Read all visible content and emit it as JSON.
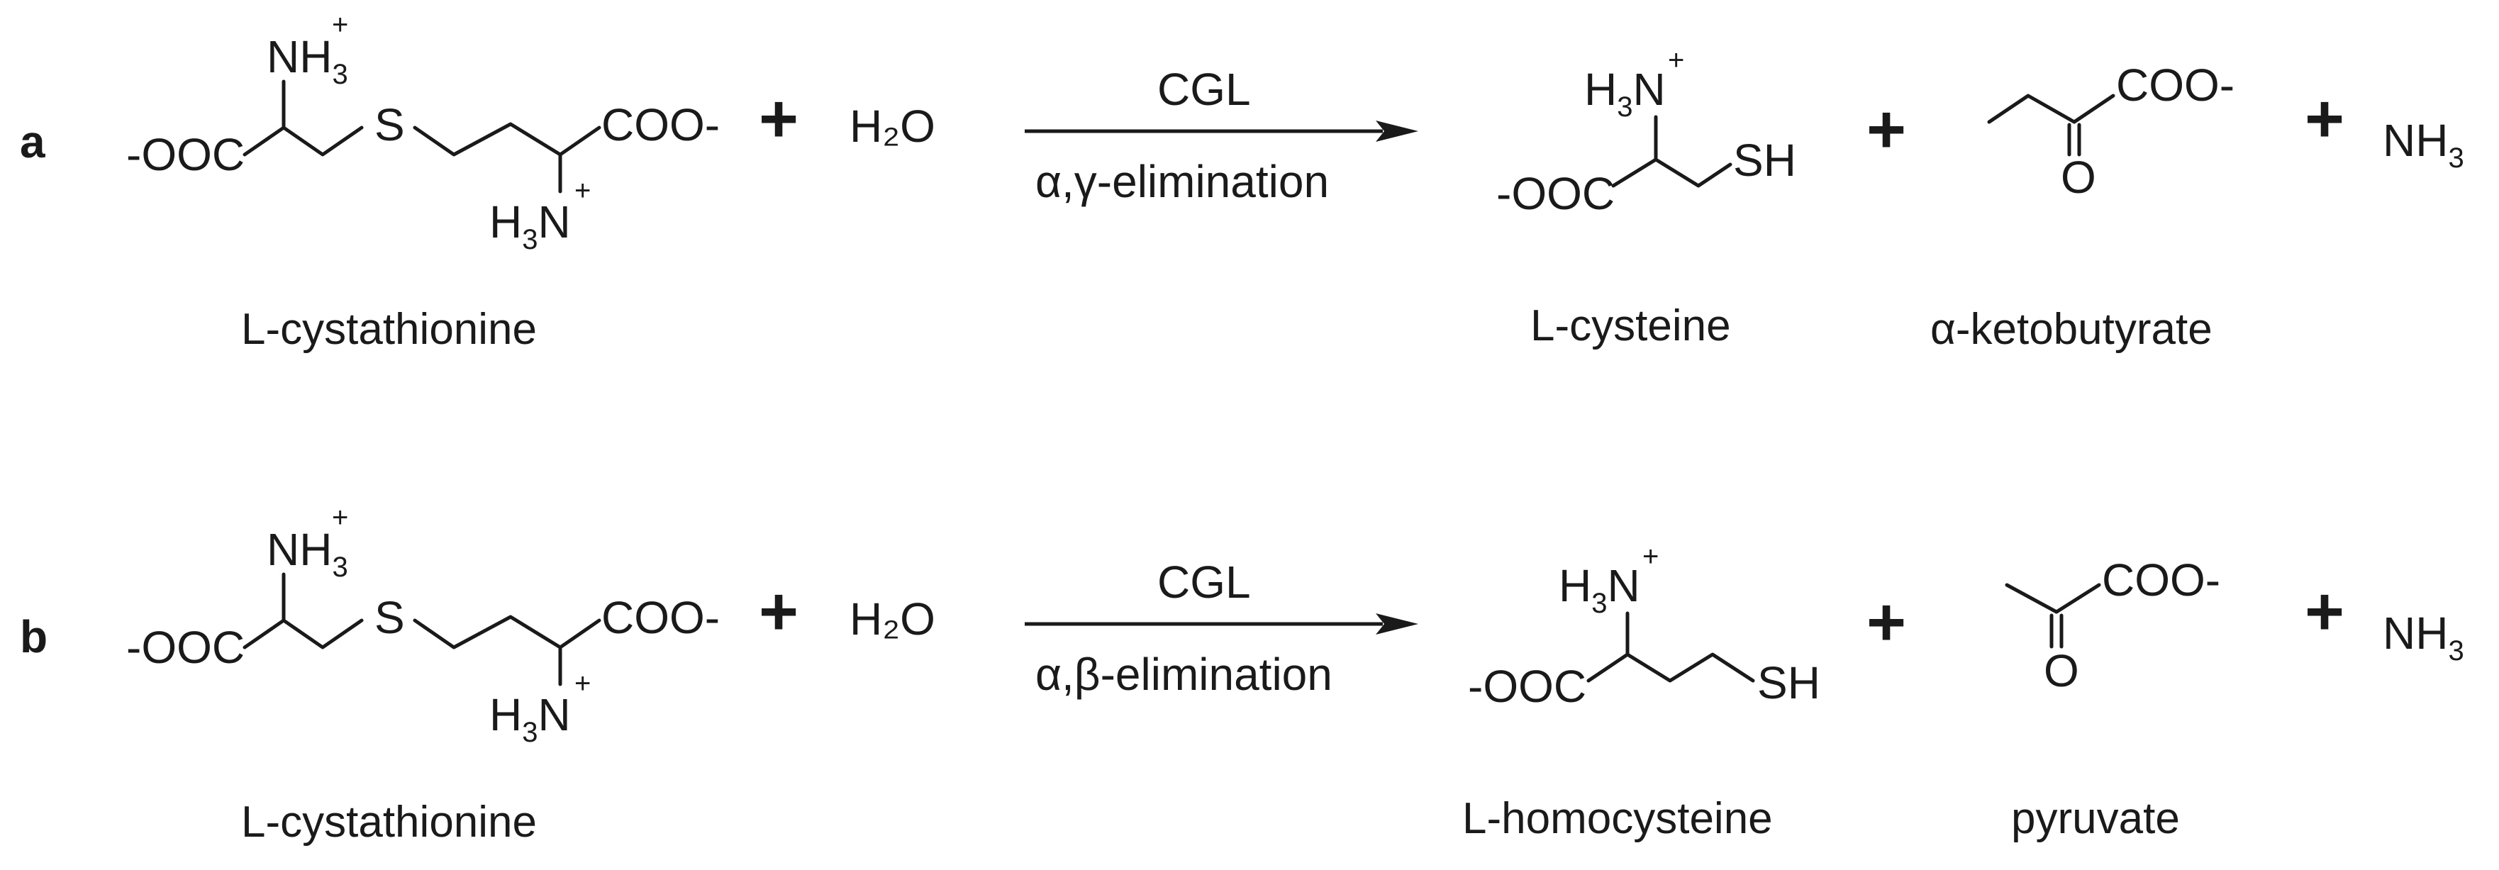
{
  "reaction_a": {
    "label": "a",
    "enzyme": "CGL",
    "condition": "α,γ-elimination",
    "water": "H₂O",
    "reactant_name": "L-cystathionine",
    "product1_name": "L-cysteine",
    "product2_name": "α-ketobutyrate",
    "product3": "NH₃",
    "plus": "+"
  },
  "reaction_b": {
    "label": "b",
    "enzyme": "CGL",
    "condition": "α,β-elimination",
    "water": "H₂O",
    "reactant_name": "L-cystathionine",
    "product1_name": "L-homocysteine",
    "product2_name": "pyruvate",
    "product3": "NH₃",
    "plus": "+"
  },
  "atoms": {
    "carboxylate_left": "-OOC",
    "carboxylate_right": "COO-",
    "sulfur": "S",
    "thiol": "SH",
    "oxygen": "O",
    "nh3plus_top": "NH",
    "h3n_plus": "N",
    "h_prefix": "H",
    "three": "3",
    "charge_plus": "+"
  }
}
